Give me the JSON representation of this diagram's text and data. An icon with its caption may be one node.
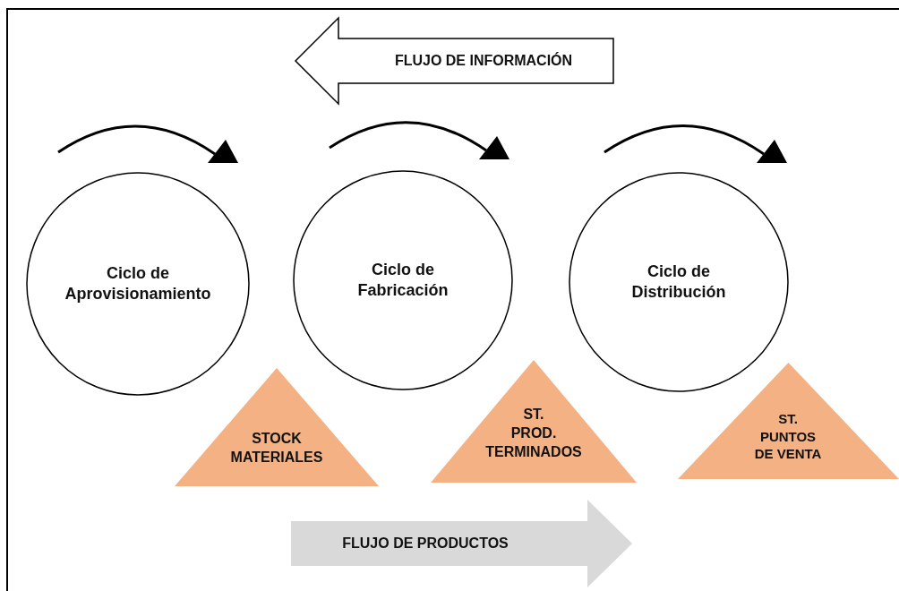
{
  "diagram": {
    "nodes": [
      {
        "text": [
          "FLUJO DE INFORMACIÓN"
        ]
      },
      {
        "text": [
          "Ciclo de Aprovisionamiento"
        ]
      },
      {
        "text": [
          "Ciclo de Fabricación"
        ]
      },
      {
        "text": [
          "Ciclo de Distribución"
        ]
      },
      {
        "text": [
          "STOCK MATERIALES"
        ]
      },
      {
        "text": [
          "ST. PROD. TERMINADOS"
        ]
      },
      {
        "text": [
          "ST. PUNTOS DE VENTA"
        ]
      },
      {
        "text": [
          "FLUJO DE PRODUCTOS"
        ]
      }
    ]
  }
}
